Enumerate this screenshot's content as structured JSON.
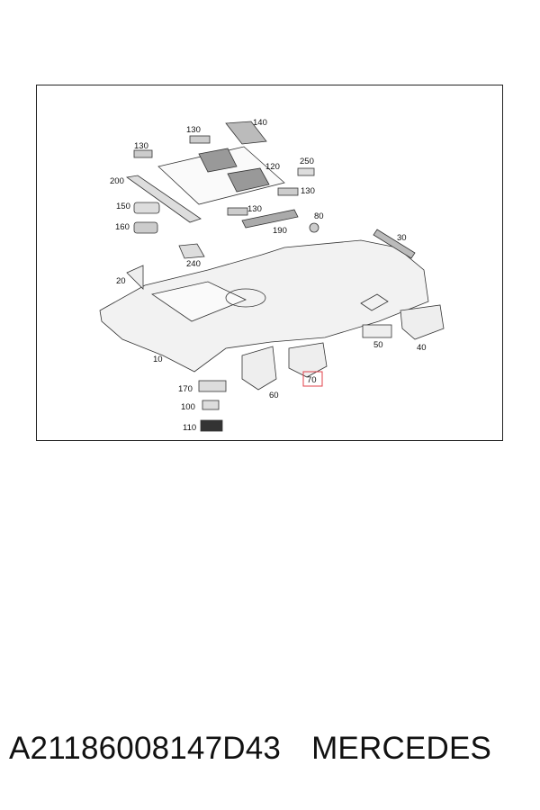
{
  "diagram": {
    "callouts": [
      "130",
      "140",
      "130",
      "120",
      "250",
      "200",
      "130",
      "150",
      "130",
      "80",
      "160",
      "190",
      "30",
      "240",
      "20",
      "50",
      "40",
      "10",
      "70",
      "170",
      "60",
      "100",
      "110"
    ],
    "highlighted_callout": "70",
    "highlight_color": "#e0404a"
  },
  "caption": {
    "part_number": "A21186008147D43",
    "brand": "MERCEDES"
  }
}
